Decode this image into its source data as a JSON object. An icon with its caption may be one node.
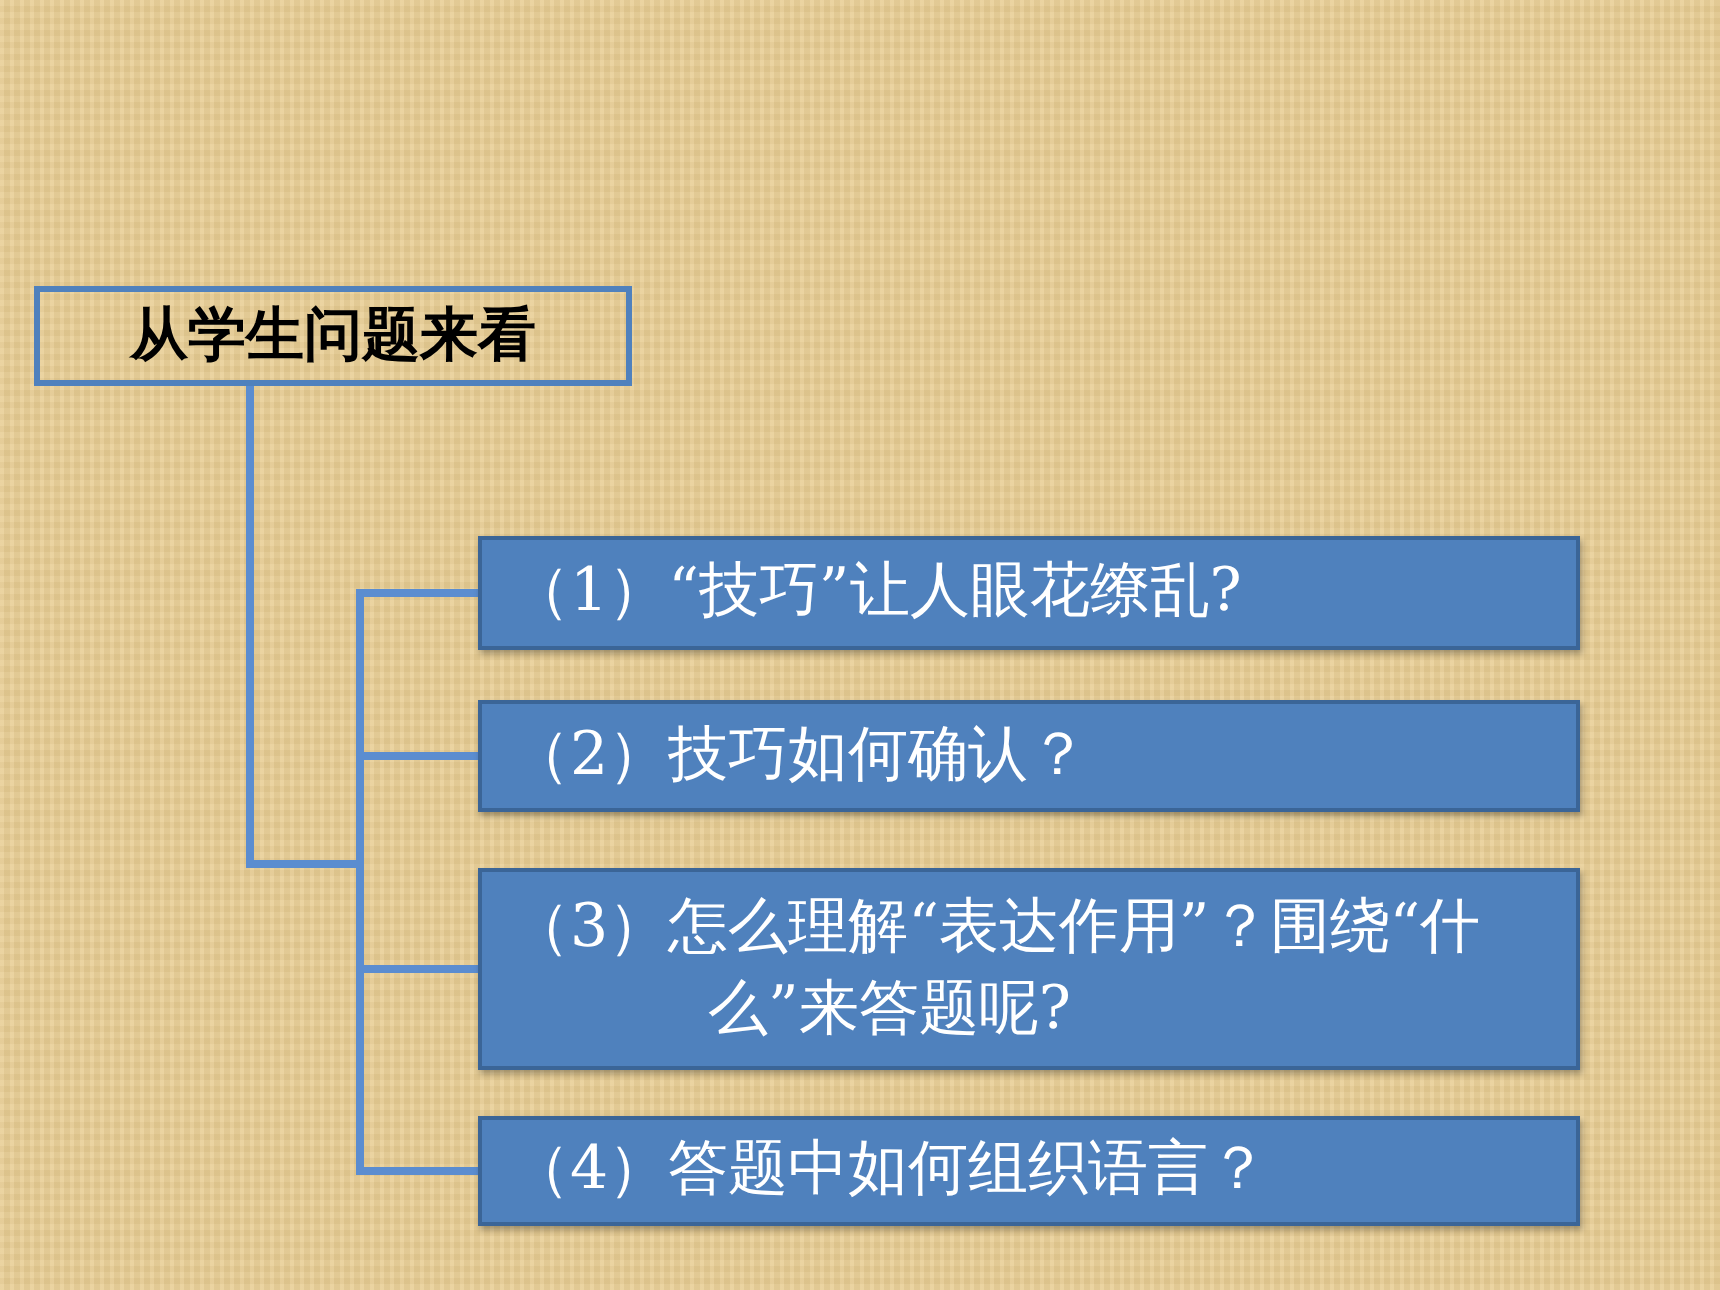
{
  "diagram": {
    "nodes": [
      {
        "text": [
          "从学生问题来看"
        ]
      },
      {
        "text": [
          "（1）“技巧”让人眼花缭乱?"
        ]
      },
      {
        "text": [
          "（2）技巧如何确认？"
        ]
      },
      {
        "text": [
          "（3）怎么理解“表达作用”？围绕“什么”来答题呢?"
        ]
      },
      {
        "text": [
          "（4）答题中如何组织语言？"
        ]
      }
    ],
    "edges": [
      {
        "from": 0,
        "to": 1,
        "arrow": "none"
      },
      {
        "from": 0,
        "to": 2,
        "arrow": "none"
      },
      {
        "from": 0,
        "to": 3,
        "arrow": "none"
      },
      {
        "from": 0,
        "to": 4,
        "arrow": "none"
      }
    ]
  }
}
